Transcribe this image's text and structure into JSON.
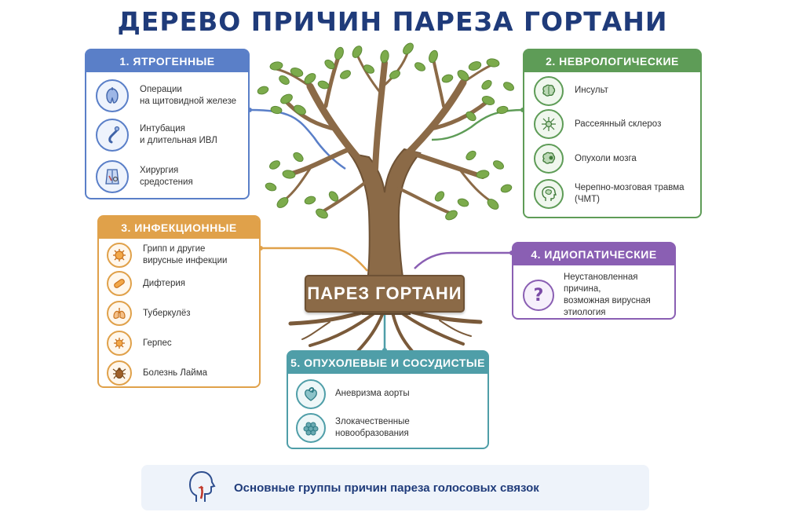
{
  "title": "ДЕРЕВО ПРИЧИН ПАРЕЗА ГОРТАНИ",
  "center_label": "ПАРЕЗ ГОРТАНИ",
  "colors": {
    "title": "#1f3b7a",
    "iatrogenic": "#5a7fc8",
    "neurological": "#5e9c57",
    "infectious": "#e0a14a",
    "idiopathic": "#8a5fb3",
    "tumor_vascular": "#4f9ea8",
    "trunk": "#8b6a47",
    "leaf": "#7cab4c"
  },
  "groups": {
    "iatrogenic": {
      "title": "1. ЯТРОГЕННЫЕ",
      "items": [
        {
          "icon": "thyroid-icon",
          "line1": "Операции",
          "line2": "на щитовидной железе"
        },
        {
          "icon": "intubation-tube-icon",
          "line1": "Интубация",
          "line2": "и длительная ИВЛ"
        },
        {
          "icon": "chest-surgery-icon",
          "line1": "Хирургия",
          "line2": "средостения"
        }
      ]
    },
    "neurological": {
      "title": "2. НЕВРОЛОГИЧЕСКИЕ",
      "items": [
        {
          "icon": "brain-icon",
          "line1": "Инсульт",
          "line2": ""
        },
        {
          "icon": "neuron-icon",
          "line1": "Рассеянный склероз",
          "line2": ""
        },
        {
          "icon": "brain-tumor-icon",
          "line1": "Опухоли мозга",
          "line2": ""
        },
        {
          "icon": "head-brain-icon",
          "line1": "Черепно-мозговая травма",
          "line2": "(ЧМТ)"
        }
      ]
    },
    "infectious": {
      "title": "3. ИНФЕКЦИОННЫЕ",
      "items": [
        {
          "icon": "virus-icon",
          "line1": "Грипп и другие",
          "line2": "вирусные инфекции"
        },
        {
          "icon": "bacteria-icon",
          "line1": "Дифтерия",
          "line2": ""
        },
        {
          "icon": "lungs-icon",
          "line1": "Туберкулёз",
          "line2": ""
        },
        {
          "icon": "herpes-virus-icon",
          "line1": "Герпес",
          "line2": ""
        },
        {
          "icon": "tick-icon",
          "line1": "Болезнь Лайма",
          "line2": ""
        }
      ]
    },
    "idiopathic": {
      "title": "4. ИДИОПАТИЧЕСКИЕ",
      "items": [
        {
          "icon": "question-icon",
          "line1": "Неустановленная причина,",
          "line2": "возможная вирусная",
          "line3": "этиология"
        }
      ]
    },
    "tumor_vascular": {
      "title": "5. ОПУХОЛЕВЫЕ И СОСУДИСТЫЕ",
      "items": [
        {
          "icon": "heart-aorta-icon",
          "line1": "Аневризма аорты",
          "line2": ""
        },
        {
          "icon": "tumor-cells-icon",
          "line1": "Злокачественные",
          "line2": "новообразования"
        }
      ]
    }
  },
  "footer": {
    "icon": "head-throat-icon",
    "text": "Основные группы причин пареза голосовых связок"
  }
}
